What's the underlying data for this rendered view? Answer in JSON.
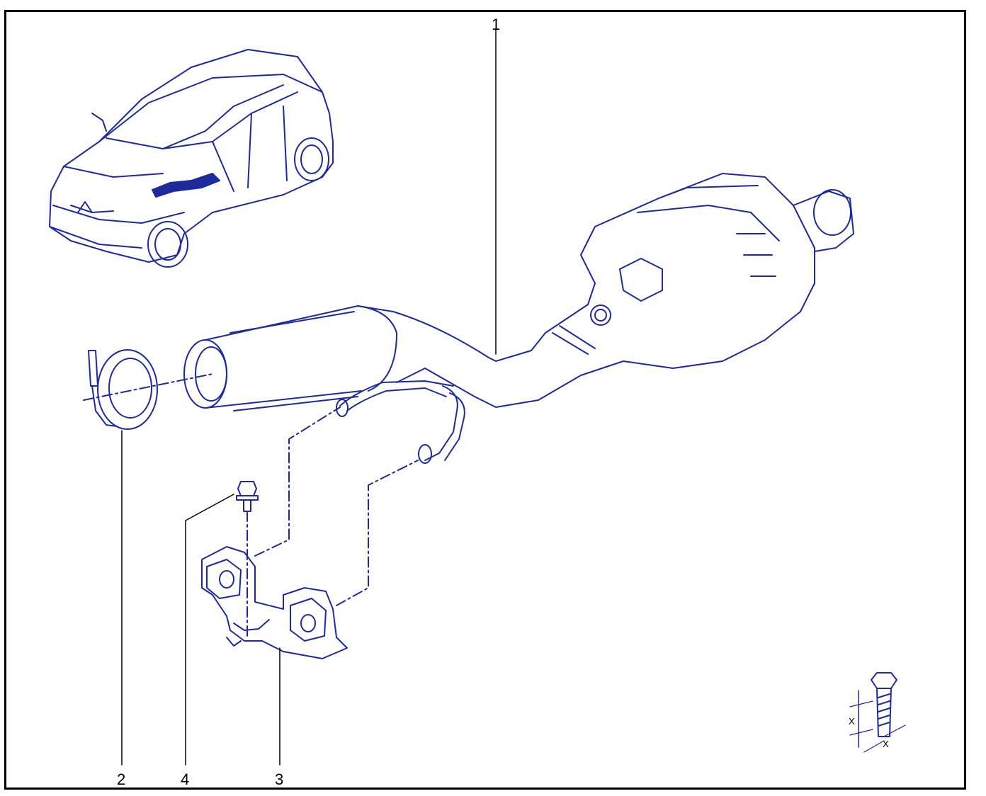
{
  "diagram": {
    "line_color": "#1d2a9e",
    "callouts": {
      "part_1": "1",
      "part_2": "2",
      "part_3": "3",
      "part_4": "4"
    },
    "torque_symbol": {
      "label_left": "X",
      "label_bottom": "X"
    }
  }
}
